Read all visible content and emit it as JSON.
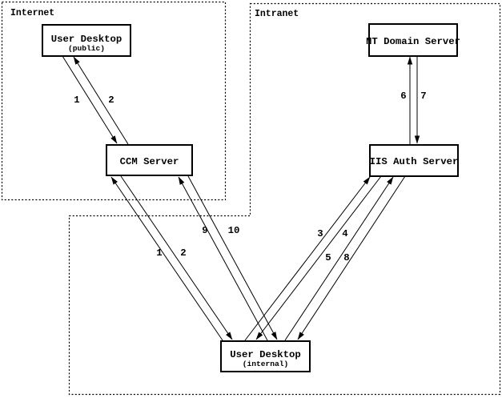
{
  "diagram_type": "network-authentication-flow-diagram",
  "regions": {
    "internet": {
      "label": "Internet"
    },
    "intranet": {
      "label": "Intranet"
    }
  },
  "nodes": {
    "user_desktop_public": {
      "title": "User Desktop",
      "subtitle": "(public)"
    },
    "ccm_server": {
      "title": "CCM Server"
    },
    "nt_domain_server": {
      "title": "NT Domain Server"
    },
    "iis_auth_server": {
      "title": "IIS Auth Server"
    },
    "user_desktop_internal": {
      "title": "User Desktop",
      "subtitle": "(internal)"
    }
  },
  "flows": [
    {
      "step": "1",
      "from": "user_desktop_public",
      "to": "ccm_server"
    },
    {
      "step": "2",
      "from": "ccm_server",
      "to": "user_desktop_public"
    },
    {
      "step": "1",
      "from": "user_desktop_internal",
      "to": "ccm_server"
    },
    {
      "step": "2",
      "from": "ccm_server",
      "to": "user_desktop_internal"
    },
    {
      "step": "3",
      "from": "user_desktop_internal",
      "to": "iis_auth_server"
    },
    {
      "step": "4",
      "from": "iis_auth_server",
      "to": "user_desktop_internal"
    },
    {
      "step": "5",
      "from": "user_desktop_internal",
      "to": "iis_auth_server"
    },
    {
      "step": "6",
      "from": "iis_auth_server",
      "to": "nt_domain_server"
    },
    {
      "step": "7",
      "from": "nt_domain_server",
      "to": "iis_auth_server"
    },
    {
      "step": "8",
      "from": "iis_auth_server",
      "to": "user_desktop_internal"
    },
    {
      "step": "9",
      "from": "user_desktop_internal",
      "to": "ccm_server"
    },
    {
      "step": "10",
      "from": "ccm_server",
      "to": "user_desktop_internal"
    }
  ],
  "colors": {
    "line": "#000000",
    "box_border": "#000000",
    "box_fill": "#ffffff",
    "background": "#ffffff",
    "text": "#000000"
  }
}
